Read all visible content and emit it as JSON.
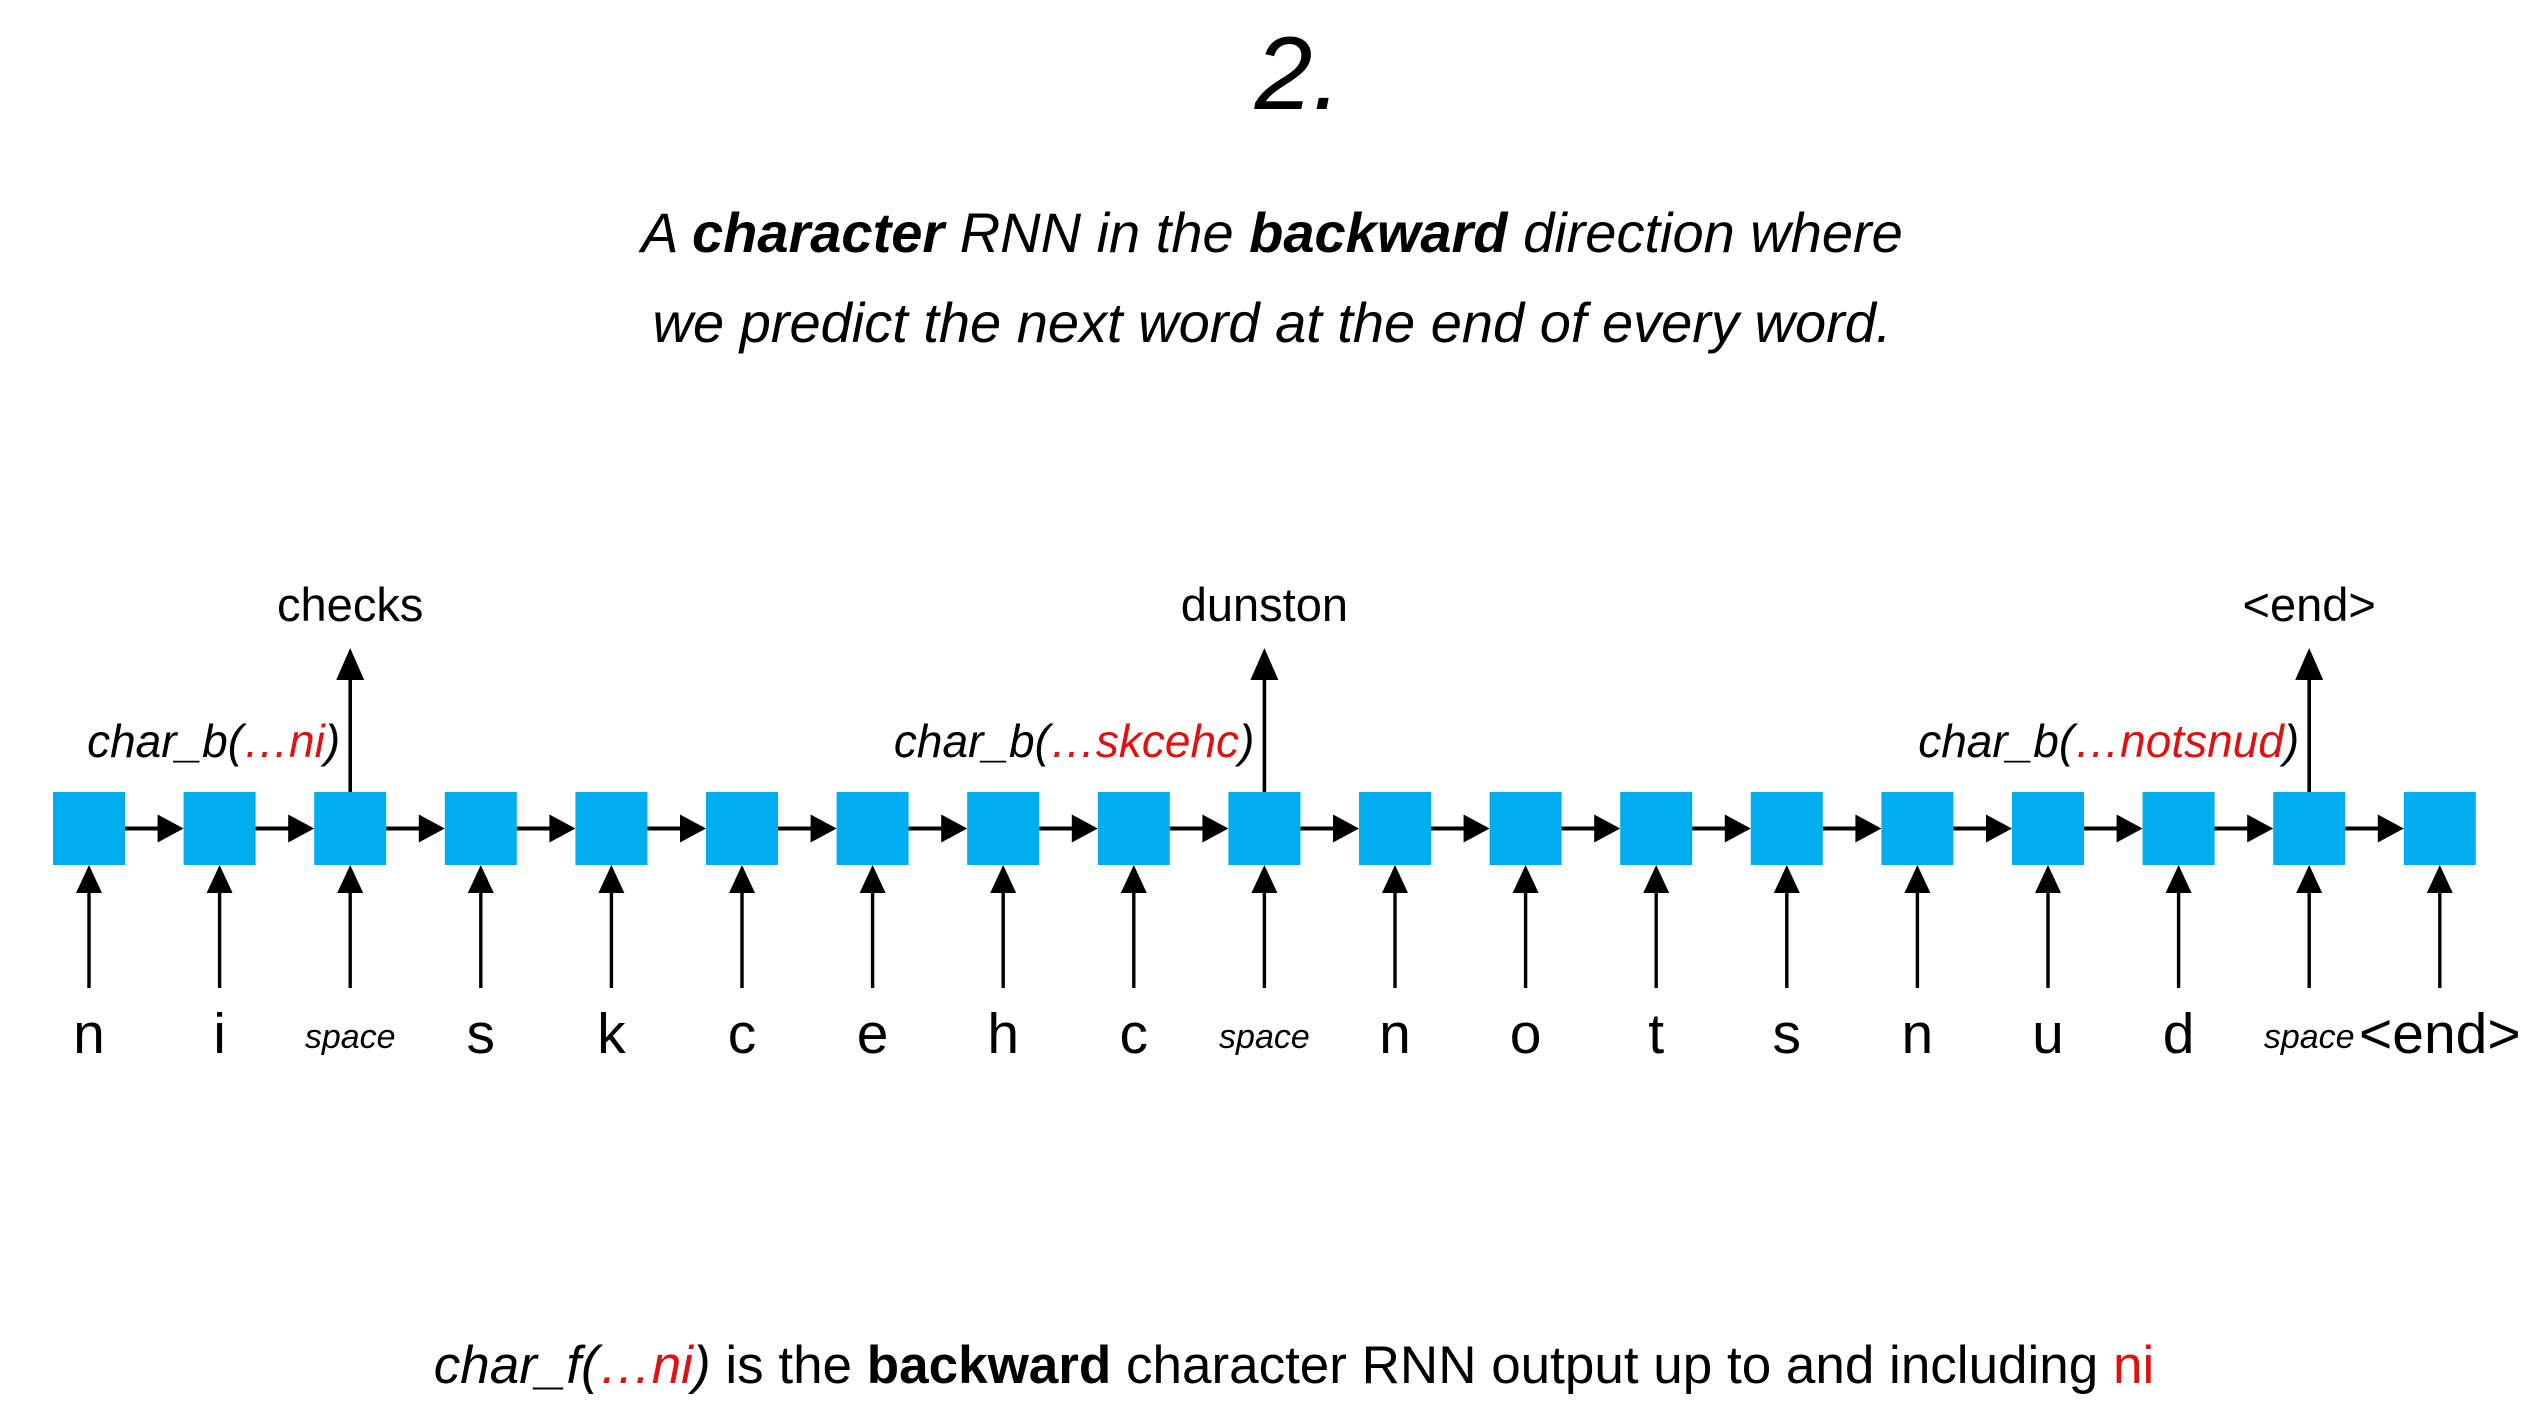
{
  "title": "2.",
  "subtitle": {
    "line1_segments": [
      {
        "text": "A ",
        "bold": false
      },
      {
        "text": "character",
        "bold": true
      },
      {
        "text": " RNN in the ",
        "bold": false
      },
      {
        "text": "backward",
        "bold": true
      },
      {
        "text": " direction where",
        "bold": false
      }
    ],
    "line2": "we predict the next word at the end of every word."
  },
  "diagram": {
    "colors": {
      "cell_fill": "#00AEEF",
      "arrow": "#000000",
      "accent_red": "#DF1212",
      "text": "#000000"
    },
    "cells": [
      {
        "input": "n",
        "is_space": false
      },
      {
        "input": "i",
        "is_space": false
      },
      {
        "input": "space",
        "is_space": true,
        "output_word": "checks",
        "context_label": {
          "prefix": "char_b(",
          "red": "…ni",
          "suffix": ")"
        }
      },
      {
        "input": "s",
        "is_space": false
      },
      {
        "input": "k",
        "is_space": false
      },
      {
        "input": "c",
        "is_space": false
      },
      {
        "input": "e",
        "is_space": false
      },
      {
        "input": "h",
        "is_space": false
      },
      {
        "input": "c",
        "is_space": false
      },
      {
        "input": "space",
        "is_space": true,
        "output_word": "dunston",
        "context_label": {
          "prefix": "char_b(",
          "red": "…skcehc",
          "suffix": ")"
        }
      },
      {
        "input": "n",
        "is_space": false
      },
      {
        "input": "o",
        "is_space": false
      },
      {
        "input": "t",
        "is_space": false
      },
      {
        "input": "s",
        "is_space": false
      },
      {
        "input": "n",
        "is_space": false
      },
      {
        "input": "u",
        "is_space": false
      },
      {
        "input": "d",
        "is_space": false
      },
      {
        "input": "space",
        "is_space": true,
        "output_word": "<end>",
        "context_label": {
          "prefix": "char_b(",
          "red": "…notsnud",
          "suffix": ")"
        }
      },
      {
        "input": "<end>",
        "is_space": false
      }
    ]
  },
  "caption_segments": [
    {
      "text": "char_f(",
      "italic": true
    },
    {
      "text": "…ni",
      "italic": true,
      "red": true
    },
    {
      "text": ")",
      "italic": true
    },
    {
      "text": " is the ",
      "italic": false
    },
    {
      "text": "backward",
      "bold": true
    },
    {
      "text": " character RNN output up to and including ",
      "italic": false
    },
    {
      "text": "ni",
      "red": true
    }
  ]
}
